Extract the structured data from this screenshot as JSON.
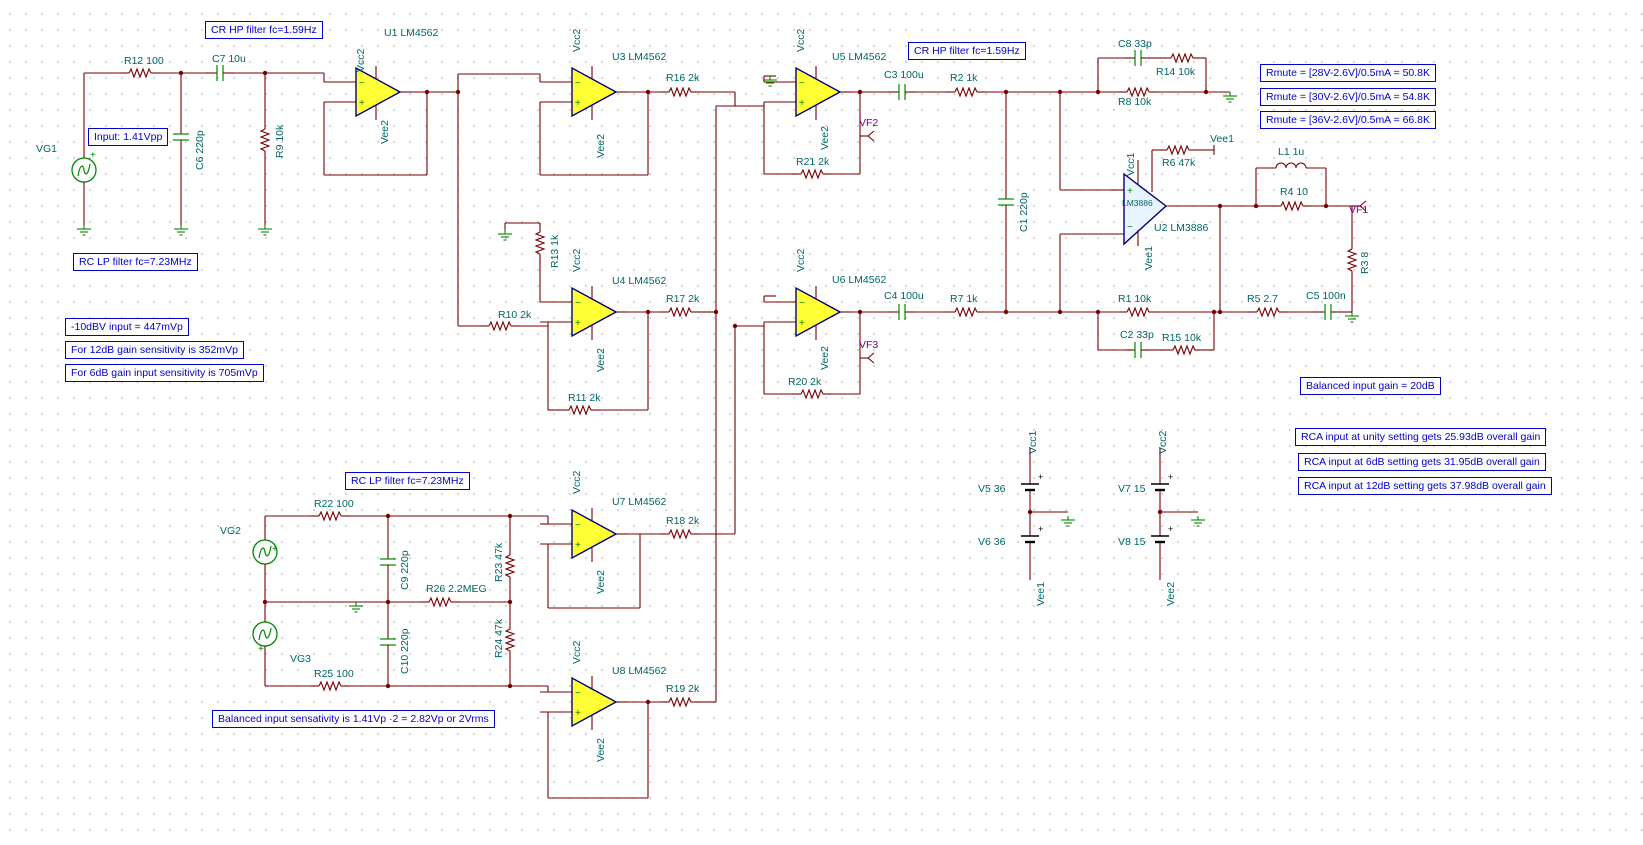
{
  "components": {
    "R12": "R12 100",
    "C7": "C7 10u",
    "U1": "U1 LM4562",
    "C6": "C6 220p",
    "R9": "R9 10k",
    "VG1": "VG1",
    "U3": "U3 LM4562",
    "R16": "R16 2k",
    "U4": "U4 LM4562",
    "R13": "R13 1k",
    "R17": "R17 2k",
    "R10": "R10 2k",
    "R11": "R11 2k",
    "U5": "U5 LM4562",
    "C3": "C3 100u",
    "VF2": "VF2",
    "R21": "R21 2k",
    "U6": "U6 LM4562",
    "C4": "C4 100u",
    "VF3": "VF3",
    "R20": "R20 2k",
    "R2": "R2 1k",
    "R7": "R7 1k",
    "C1": "C1 220p",
    "C8": "C8 33p",
    "R14": "R14 10k",
    "R8": "R8 10k",
    "R6": "R6 47k",
    "U2": "U2 LM3886",
    "U2chip": "LM3886",
    "L1": "L1 1u",
    "R4": "R4 10",
    "VF1": "VF1",
    "R3": "R3 8",
    "R1": "R1 10k",
    "R5": "R5 2.7",
    "C5": "C5 100n",
    "C2": "C2 33p",
    "R15": "R15 10k",
    "U7": "U7 LM4562",
    "R18": "R18 2k",
    "U8": "U8 LM4562",
    "R19": "R19 2k",
    "R22": "R22 100",
    "C9": "C9 220p",
    "R23": "R23 47k",
    "R26": "R26 2.2MEG",
    "R24": "R24 47k",
    "C10": "C10 220p",
    "R25": "R25 100",
    "VG2": "VG2",
    "VG3": "VG3",
    "V5": "V5 36",
    "V6": "V6 36",
    "V7": "V7 15",
    "V8": "V8 15"
  },
  "supplies": {
    "vcc1": "Vcc1",
    "vcc2": "Vcc2",
    "vee1": "Vee1",
    "vee2": "Vee2"
  },
  "notes": {
    "cr_hp_1": "CR HP filter fc=1.59Hz",
    "cr_hp_2": "CR HP filter fc=1.59Hz",
    "input": "Input: 1.41Vpp",
    "rc_lp_1": "RC LP filter fc=7.23MHz",
    "rc_lp_2": "RC LP filter fc=7.23MHz",
    "dbv": "-10dBV input = 447mVp",
    "gain12": "For 12dB gain sensitivity is 352mVp",
    "gain6": "For 6dB gain input sensitivity is 705mVp",
    "balanced_sens": "Balanced input sensativity is 1.41Vp ·2 = 2.82Vp or 2Vrms",
    "rmute28": "Rmute = [28V-2.6V]/0.5mA = 50.8K",
    "rmute30": "Rmute = [30V-2.6V]/0.5mA = 54.8K",
    "rmute36": "Rmute = [36V-2.6V]/0.5mA = 66.8K",
    "balanced_gain": "Balanced input gain = 20dB",
    "rca_unity": "RCA input at unity setting gets 25.93dB overall gain",
    "rca_6db": "RCA input at 6dB setting gets 31.95dB overall gain",
    "rca_12db": "RCA input at 12dB setting gets 37.98dB overall gain"
  },
  "colors": {
    "wire": "#7a0000",
    "passive": "#008800",
    "opamp_fill": "#ffff33",
    "opamp_outline": "#000080",
    "note_border": "#0000cc",
    "label": "#006666",
    "probe": "#800080"
  }
}
